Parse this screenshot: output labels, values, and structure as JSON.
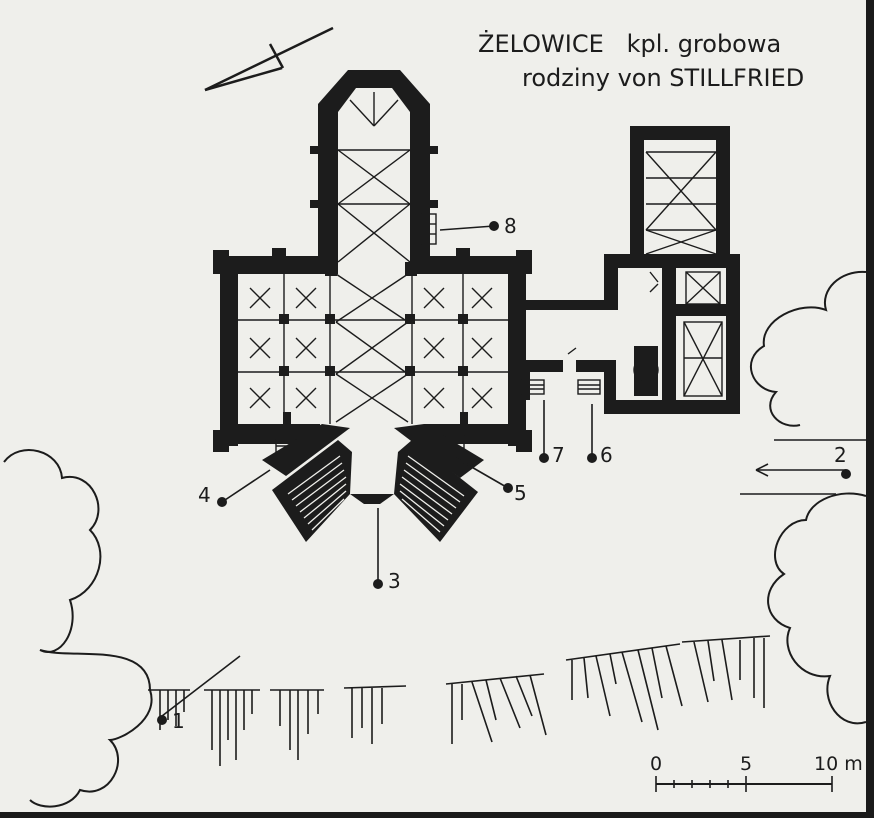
{
  "header": {
    "title_line1": "ŻELOWICE   kpl. grobowa",
    "title_line2": "rodziny von STILLFRIED"
  },
  "markers": [
    {
      "id": "1",
      "label": "1"
    },
    {
      "id": "2",
      "label": "2"
    },
    {
      "id": "3",
      "label": "3"
    },
    {
      "id": "4",
      "label": "4"
    },
    {
      "id": "5",
      "label": "5"
    },
    {
      "id": "6",
      "label": "6"
    },
    {
      "id": "7",
      "label": "7"
    },
    {
      "id": "8",
      "label": "8"
    }
  ],
  "scale_bar": {
    "tick_0": "0",
    "tick_5": "5",
    "tick_10": "10 m"
  },
  "icons": {
    "north_arrow": "north-arrow-icon"
  },
  "colors": {
    "paper": "#efefeb",
    "ink": "#1c1c1c",
    "frame": "#1a1a1a"
  }
}
